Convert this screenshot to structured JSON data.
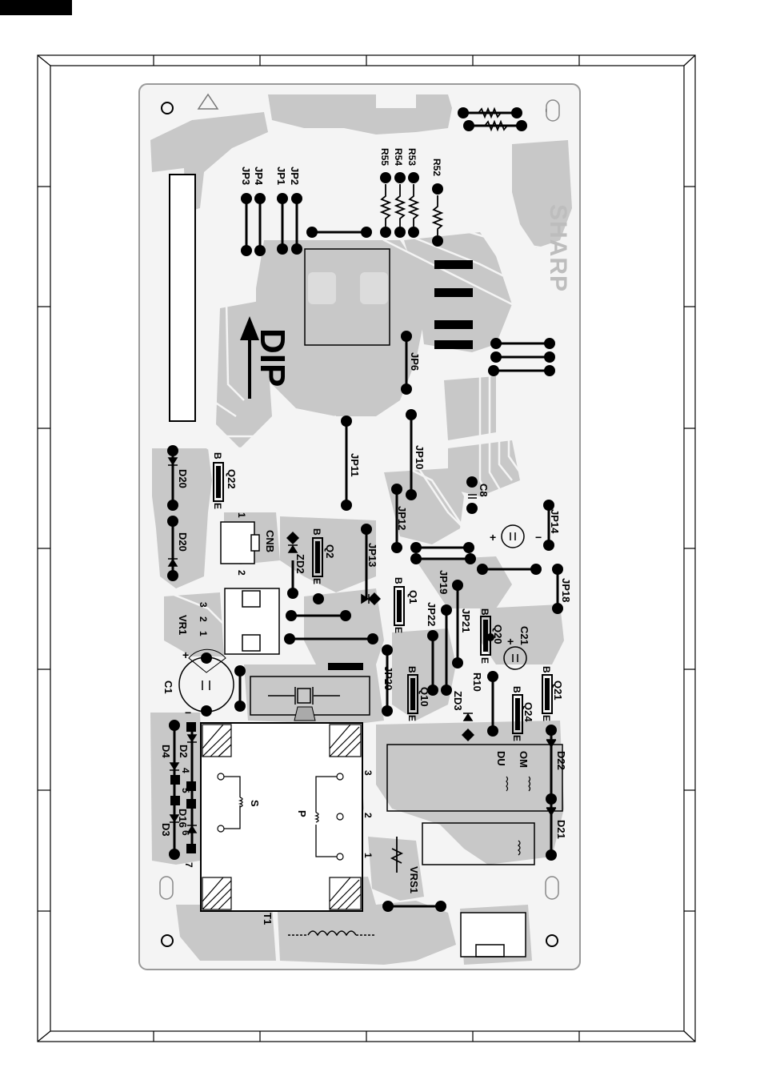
{
  "header_tab": "",
  "board_logo": "SHARP",
  "dip_label": "DIP",
  "labels": {
    "jp1": "JP1",
    "jp2": "JP2",
    "jp3": "JP3",
    "jp4": "JP4",
    "jp6": "JP6",
    "jp10": "JP10",
    "jp11": "JP11",
    "jp12": "JP12",
    "jp13": "JP13",
    "jp14": "JP14",
    "jp18": "JP18",
    "jp19": "JP19",
    "jp20": "JP20",
    "jp21": "JP21",
    "jp22": "JP22",
    "r52": "R52",
    "r53": "R53",
    "r54": "R54",
    "r55": "R55",
    "r10": "R10",
    "c1": "C1",
    "c8": "C8",
    "c21": "C21",
    "q1": "Q1",
    "q2": "Q2",
    "q10": "Q10",
    "q20": "Q20",
    "q21": "Q21",
    "q22": "Q22",
    "q24": "Q24",
    "d2": "D2",
    "d3": "D3",
    "d4": "D4",
    "d16": "D16",
    "d20a": "D20",
    "d20b": "D20",
    "d21": "D21",
    "d22": "D22",
    "zd2": "ZD2",
    "zd3": "ZD3",
    "cnb": "CNB",
    "vr1": "VR1",
    "vrs1": "VRS1",
    "t1": "T1",
    "du": "DU",
    "om": "OM",
    "s": "S",
    "p": "P",
    "b": "B",
    "e": "E",
    "plus": "+",
    "minus": "−",
    "n1": "1",
    "n2": "2",
    "n3": "3",
    "n4": "4",
    "n5": "5",
    "n6": "6",
    "n7": "7"
  },
  "colors": {
    "copper": "#c8c8c8",
    "board": "#f4f4f4",
    "ink": "#000000",
    "frame": "#000000"
  }
}
